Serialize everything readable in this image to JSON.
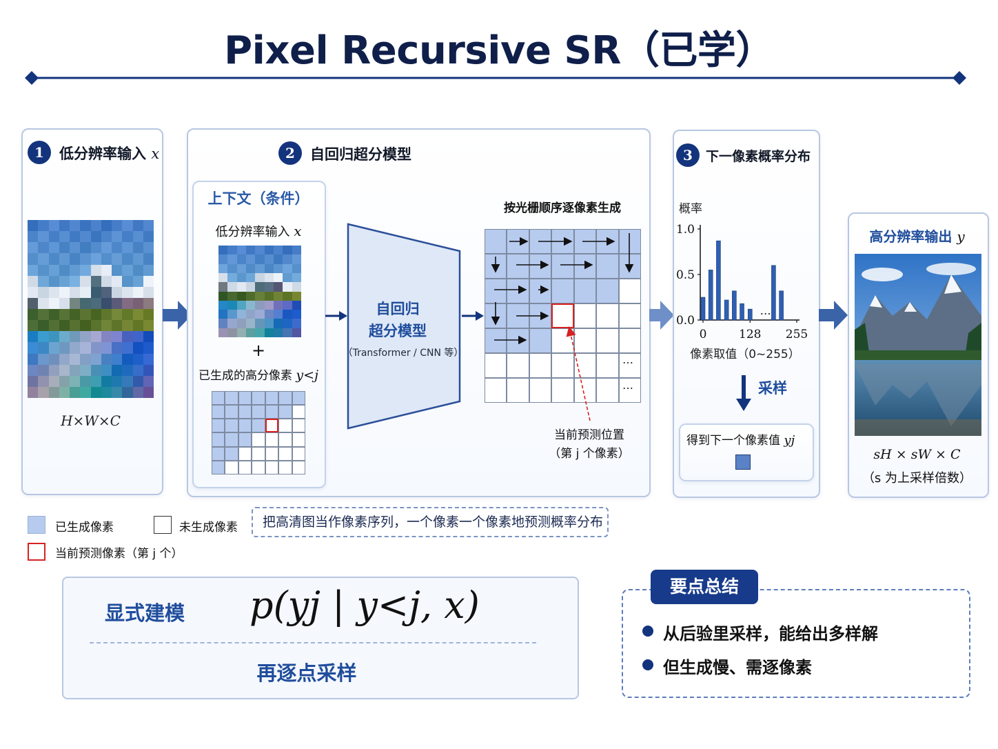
{
  "title": "Pixel Recursive SR（已学）",
  "step1": {
    "number": "1",
    "label": "低分辨率输入",
    "var": "x",
    "dims": "H×W×C"
  },
  "step2": {
    "number": "2",
    "label": "自回归超分模型",
    "context_title": "上下文（条件）",
    "context_lr_label": "低分辨率输入",
    "context_lr_var": "x",
    "plus": "+",
    "context_generated_label": "已生成的高分像素",
    "context_generated_var": "y<j",
    "model_line1": "自回归",
    "model_line2": "超分模型",
    "model_line3": "（Transformer / CNN 等）",
    "raster_title": "按光栅顺序逐像素生成",
    "ellipsis": "…",
    "current_line1": "当前预测位置",
    "current_line2": "（第 j 个像素）"
  },
  "step3": {
    "number": "3",
    "label": "下一像素概率分布",
    "sample_label": "采样",
    "result_label": "得到下一个像素值",
    "result_var": "yj"
  },
  "output": {
    "label": "高分辨率输出",
    "var": "y",
    "dims": "sH × sW × C",
    "note": "（s 为上采样倍数）"
  },
  "legend": {
    "generated": "已生成像素",
    "not_generated": "未生成像素",
    "current": "当前预测像素（第 j 个）"
  },
  "note": "把高清图当作像素序列，一个像素一个像素地预测概率分布",
  "formula": {
    "label": "显式建模",
    "expression": "p(yj | y<j, x)",
    "then": "再逐点采样"
  },
  "summary": {
    "title": "要点总结",
    "items": [
      "从后验里采样，能给出多样解",
      "但生成慢、需逐像素"
    ]
  },
  "colors": {
    "navy": "#13347d",
    "generated": "#b7cbef",
    "current": "#d62222",
    "accent_arrow": "#3b63a8"
  },
  "chart_data": {
    "type": "bar",
    "ylabel": "概率",
    "xlabel": "像素取值（0~255）",
    "ylim": [
      0,
      1.0
    ],
    "yticks": [
      "1.0",
      "0.5",
      "0.0"
    ],
    "xticks": [
      "0",
      "128",
      "255"
    ],
    "x": [
      0,
      21,
      42,
      64,
      85,
      106,
      128,
      149,
      170,
      192,
      213,
      234,
      255
    ],
    "values": [
      0.25,
      0.55,
      0.87,
      0.22,
      0.32,
      0.18,
      0.12,
      0.0,
      0.0,
      0.6,
      0.32,
      0.0,
      0.0
    ],
    "gap_label": "…"
  }
}
